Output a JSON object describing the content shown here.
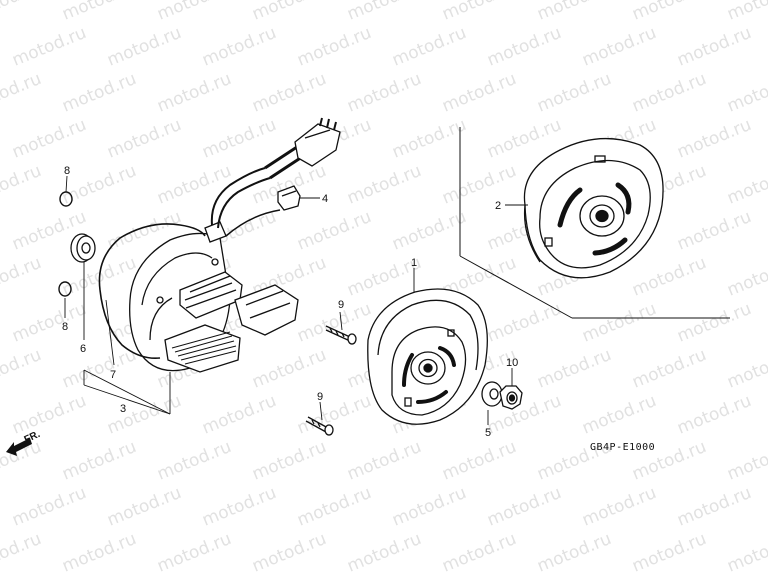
{
  "watermark": {
    "text": "motod.ru"
  },
  "diagram": {
    "code": "GB4P-E1000",
    "direction_label": "FR.",
    "callouts": {
      "p1": "1",
      "p2": "2",
      "p3": "3",
      "p4": "4",
      "p5": "5",
      "p6": "6",
      "p7": "7",
      "p8a": "8",
      "p8b": "8",
      "p9a": "9",
      "p9b": "9",
      "p10": "10"
    }
  }
}
